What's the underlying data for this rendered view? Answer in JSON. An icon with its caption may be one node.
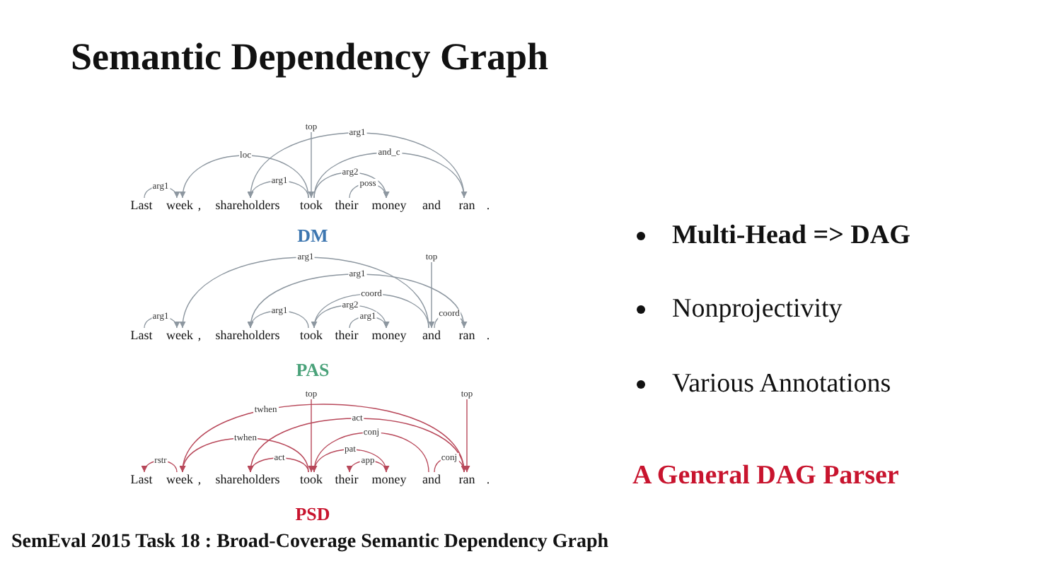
{
  "diagram": {
    "title": "Semantic Dependency Graph",
    "caption": "SemEval 2015 Task 18 : Broad-Coverage Semantic Dependency Graph",
    "nodes": [
      {
        "text": [
          "Last"
        ]
      },
      {
        "text": [
          "week"
        ]
      },
      {
        "text": [
          "shareholders"
        ]
      },
      {
        "text": [
          "took"
        ]
      },
      {
        "text": [
          "their"
        ]
      },
      {
        "text": [
          "money"
        ]
      },
      {
        "text": [
          "ran"
        ]
      },
      {
        "text": [
          "Last"
        ]
      },
      {
        "text": [
          "week"
        ]
      },
      {
        "text": [
          "shareholders"
        ]
      },
      {
        "text": [
          "took"
        ]
      },
      {
        "text": [
          "their"
        ]
      },
      {
        "text": [
          "money"
        ]
      },
      {
        "text": [
          "and"
        ]
      },
      {
        "text": [
          "ran"
        ]
      },
      {
        "text": [
          "Last"
        ]
      },
      {
        "text": [
          "week"
        ]
      },
      {
        "text": [
          "shareholders"
        ]
      },
      {
        "text": [
          "took"
        ]
      },
      {
        "text": [
          "their"
        ]
      },
      {
        "text": [
          "money"
        ]
      },
      {
        "text": [
          "and"
        ]
      },
      {
        "text": [
          "ran"
        ]
      }
    ],
    "edges": [
      {
        "from": null,
        "to": 3,
        "arrow": "to",
        "label": "top"
      },
      {
        "from": 0,
        "to": 1,
        "arrow": "to",
        "label": "arg1"
      },
      {
        "from": 3,
        "to": 1,
        "arrow": "to",
        "label": "loc"
      },
      {
        "from": 3,
        "to": 2,
        "arrow": "to",
        "label": "arg1"
      },
      {
        "from": 3,
        "to": 5,
        "arrow": "to",
        "label": "arg2"
      },
      {
        "from": 4,
        "to": 5,
        "arrow": "to",
        "label": "poss"
      },
      {
        "from": 6,
        "to": 2,
        "arrow": "to",
        "label": "arg1"
      },
      {
        "from": 3,
        "to": 6,
        "arrow": "to",
        "label": "and_c"
      },
      {
        "from": null,
        "to": 13,
        "arrow": "to",
        "label": "top"
      },
      {
        "from": 7,
        "to": 8,
        "arrow": "to",
        "label": "arg1"
      },
      {
        "from": 13,
        "to": 8,
        "arrow": "to",
        "label": "arg1"
      },
      {
        "from": 14,
        "to": 9,
        "arrow": "to",
        "label": "arg1"
      },
      {
        "from": 10,
        "to": 9,
        "arrow": "to",
        "label": "arg1"
      },
      {
        "from": 10,
        "to": 12,
        "arrow": "to",
        "label": "arg2"
      },
      {
        "from": 11,
        "to": 12,
        "arrow": "to",
        "label": "arg1"
      },
      {
        "from": 13,
        "to": 10,
        "arrow": "to",
        "label": "coord"
      },
      {
        "from": 13,
        "to": 14,
        "arrow": "to",
        "label": "coord"
      },
      {
        "from": null,
        "to": 18,
        "arrow": "to",
        "label": "top",
        "color": "#b8485a"
      },
      {
        "from": null,
        "to": 22,
        "arrow": "to",
        "label": "top",
        "color": "#b8485a"
      },
      {
        "from": 16,
        "to": 15,
        "arrow": "to",
        "label": "rstr",
        "color": "#b8485a"
      },
      {
        "from": 22,
        "to": 16,
        "arrow": "to",
        "label": "twhen",
        "color": "#b8485a"
      },
      {
        "from": 18,
        "to": 16,
        "arrow": "to",
        "label": "twhen",
        "color": "#b8485a"
      },
      {
        "from": 18,
        "to": 17,
        "arrow": "to",
        "label": "act",
        "color": "#b8485a"
      },
      {
        "from": 22,
        "to": 17,
        "arrow": "to",
        "label": "act",
        "color": "#b8485a"
      },
      {
        "from": 21,
        "to": 18,
        "arrow": "to",
        "label": "conj",
        "color": "#b8485a"
      },
      {
        "from": 21,
        "to": 22,
        "arrow": "to",
        "label": "conj",
        "color": "#b8485a"
      },
      {
        "from": 18,
        "to": 20,
        "arrow": "to",
        "label": "pat",
        "color": "#b8485a"
      },
      {
        "from": 20,
        "to": 19,
        "arrow": "to",
        "label": "app",
        "color": "#b8485a"
      }
    ],
    "labels": [
      ",",
      "and",
      ".",
      "DM",
      ",",
      ".",
      "PAS",
      ",",
      ".",
      "PSD",
      "Multi-Head => DAG",
      "Nonprojectivity",
      "Various Annotations",
      "A General DAG Parser"
    ]
  }
}
